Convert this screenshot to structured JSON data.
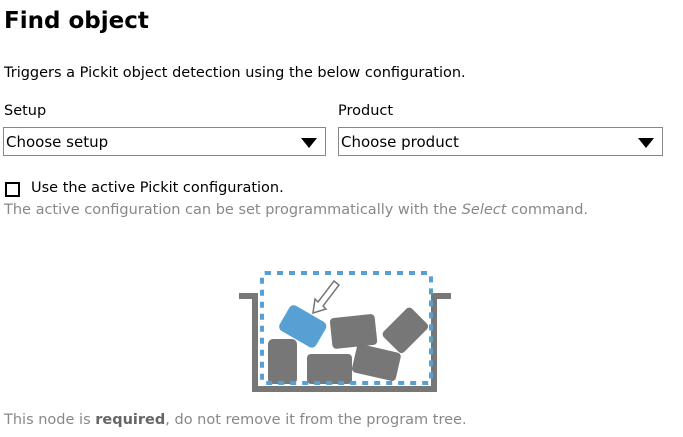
{
  "title": "Find object",
  "description": "Triggers a Pickit object detection using the below configuration.",
  "setup": {
    "label": "Setup",
    "value": "Choose setup"
  },
  "product": {
    "label": "Product",
    "value": "Choose product"
  },
  "active_config": {
    "label": "Use the active Pickit configuration.",
    "checked": false
  },
  "note": {
    "before": "The active configuration can be set programmatically with the ",
    "em": "Select",
    "after": " command."
  },
  "footer": {
    "before": "This node is ",
    "strong": "required",
    "after": ", do not remove it from the program tree."
  },
  "colors": {
    "accent": "#56a0d3",
    "object": "#777777"
  }
}
